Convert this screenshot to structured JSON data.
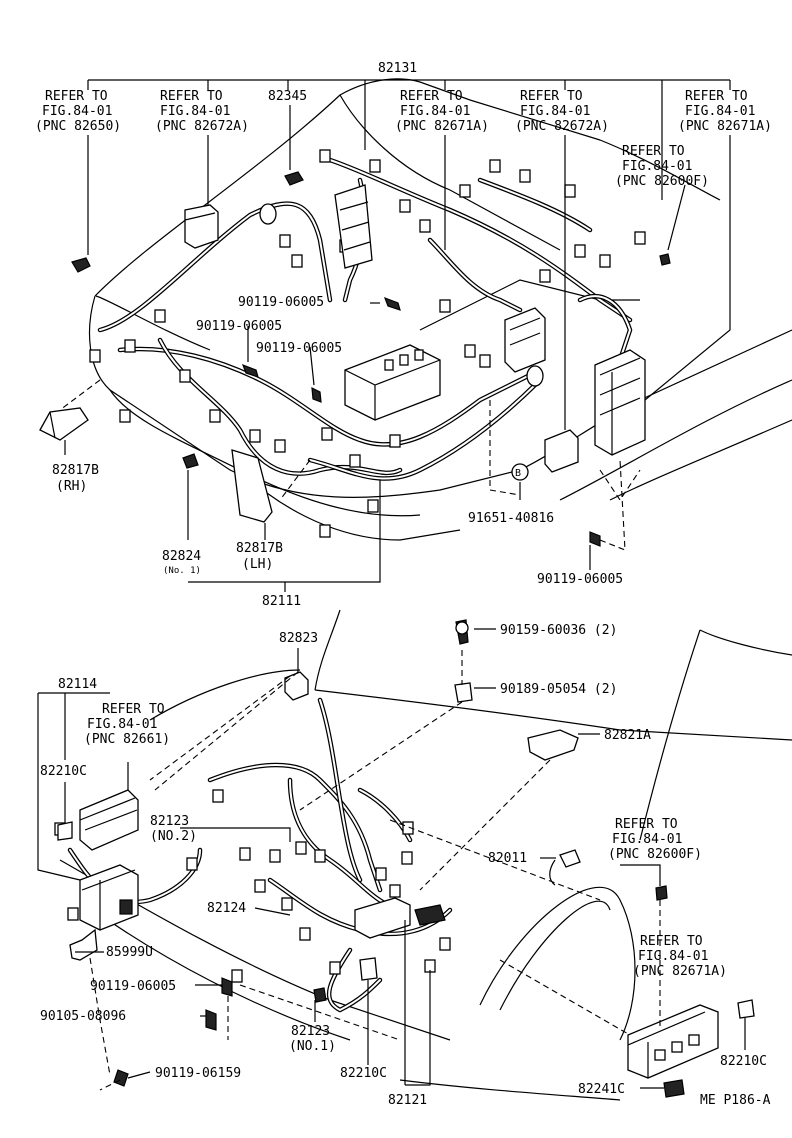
{
  "colors": {
    "line": "#000000",
    "background": "#ffffff"
  },
  "top_assembly": {
    "main_part": "82131",
    "refer_1": {
      "line1": "REFER TO",
      "line2": "FIG.84-01",
      "line3": "(PNC 82650)"
    },
    "refer_2": {
      "line1": "REFER TO",
      "line2": "FIG.84-01",
      "line3": "(PNC 82672A)"
    },
    "part_82345": "82345",
    "refer_3": {
      "line1": "REFER TO",
      "line2": "FIG.84-01",
      "line3": "(PNC 82671A)"
    },
    "refer_4": {
      "line1": "REFER TO",
      "line2": "FIG.84-01",
      "line3": "(PNC 82672A)"
    },
    "refer_5": {
      "line1": "REFER TO",
      "line2": "FIG.84-01",
      "line3": "(PNC 82671A)"
    },
    "refer_6": {
      "line1": "REFER TO",
      "line2": "FIG.84-01",
      "line3": "(PNC 82600F)"
    },
    "bolt_a": "90119-06005",
    "bolt_b": "90119-06005",
    "bolt_c": "90119-06005",
    "bolt_d": "90119-06005",
    "clamp_rh": {
      "part": "82817B",
      "side": "(RH)"
    },
    "clamp_lh": {
      "part": "82817B",
      "side": "(LH)"
    },
    "part_82824": {
      "part": "82824",
      "note": "(No. 1)"
    },
    "nut_b": {
      "marker": "B",
      "part": "91651-40816"
    },
    "wire_82111": "82111"
  },
  "bottom_assembly": {
    "part_82823": "82823",
    "screw_a": "90159-60036 (2)",
    "clip_a": "90189-05054 (2)",
    "part_82821a": "82821A",
    "part_82114": "82114",
    "refer_7": {
      "line1": "REFER TO",
      "line2": "FIG.84-01",
      "line3": "(PNC 82661)"
    },
    "relay_82210c_a": "82210C",
    "part_82123_no2": {
      "part": "82123",
      "note": "(NO.2)"
    },
    "refer_8": {
      "line1": "REFER TO",
      "line2": "FIG.84-01",
      "line3": "(PNC 82600F)"
    },
    "part_82011": "82011",
    "part_82124": "82124",
    "part_85999u": "85999U",
    "refer_9": {
      "line1": "REFER TO",
      "line2": "FIG.84-01",
      "line3": "(PNC 82671A)"
    },
    "bolt_e": "90119-06005",
    "bolt_f": "90105-08096",
    "part_82123_no1": {
      "part": "82123",
      "note": "(NO.1)"
    },
    "relay_82210c_b": "82210C",
    "relay_82210c_c": "82210C",
    "bolt_g": "90119-06159",
    "part_82121": "82121",
    "part_82241c": "82241C",
    "diagram_id": "ME P186-A"
  }
}
